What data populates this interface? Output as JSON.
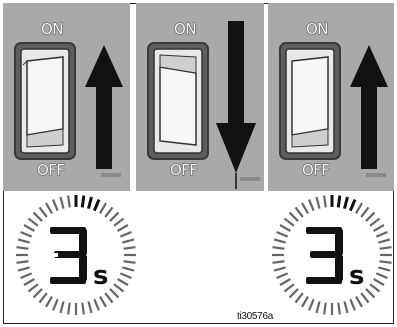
{
  "panels": [
    {
      "on_label": "ON",
      "off_label": "OFF",
      "switch_state": "on",
      "arrow": "up"
    },
    {
      "on_label": "ON",
      "off_label": "OFF",
      "switch_state": "off",
      "arrow": "down"
    },
    {
      "on_label": "ON",
      "off_label": "OFF",
      "switch_state": "on",
      "arrow": "up"
    }
  ],
  "timers": [
    {
      "digit": "3",
      "unit": "s"
    },
    {
      "digit": "3",
      "unit": "s"
    }
  ],
  "figure_id": "ti30576a",
  "colors": {
    "panel_background": "#a9a9a9",
    "arrow": "#111111",
    "ink": "#111111"
  }
}
